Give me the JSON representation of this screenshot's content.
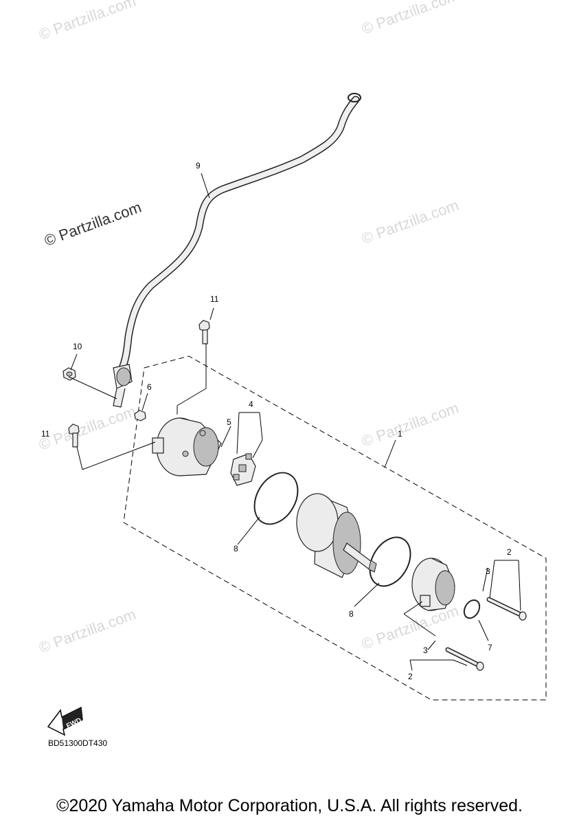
{
  "watermark": {
    "text": "© Partzilla.com"
  },
  "callouts": {
    "c1": "1",
    "c2a": "2",
    "c2b": "2",
    "c3a": "3",
    "c3b": "3",
    "c4": "4",
    "c5": "5",
    "c6": "6",
    "c7": "7",
    "c8a": "8",
    "c8b": "8",
    "c9": "9",
    "c10": "10",
    "c11a": "11",
    "c11b": "11"
  },
  "fwd_label": "FWD",
  "diagram_code": "BD51300DT430",
  "copyright": "©2020 Yamaha Motor Corporation, U.S.A. All rights reserved."
}
